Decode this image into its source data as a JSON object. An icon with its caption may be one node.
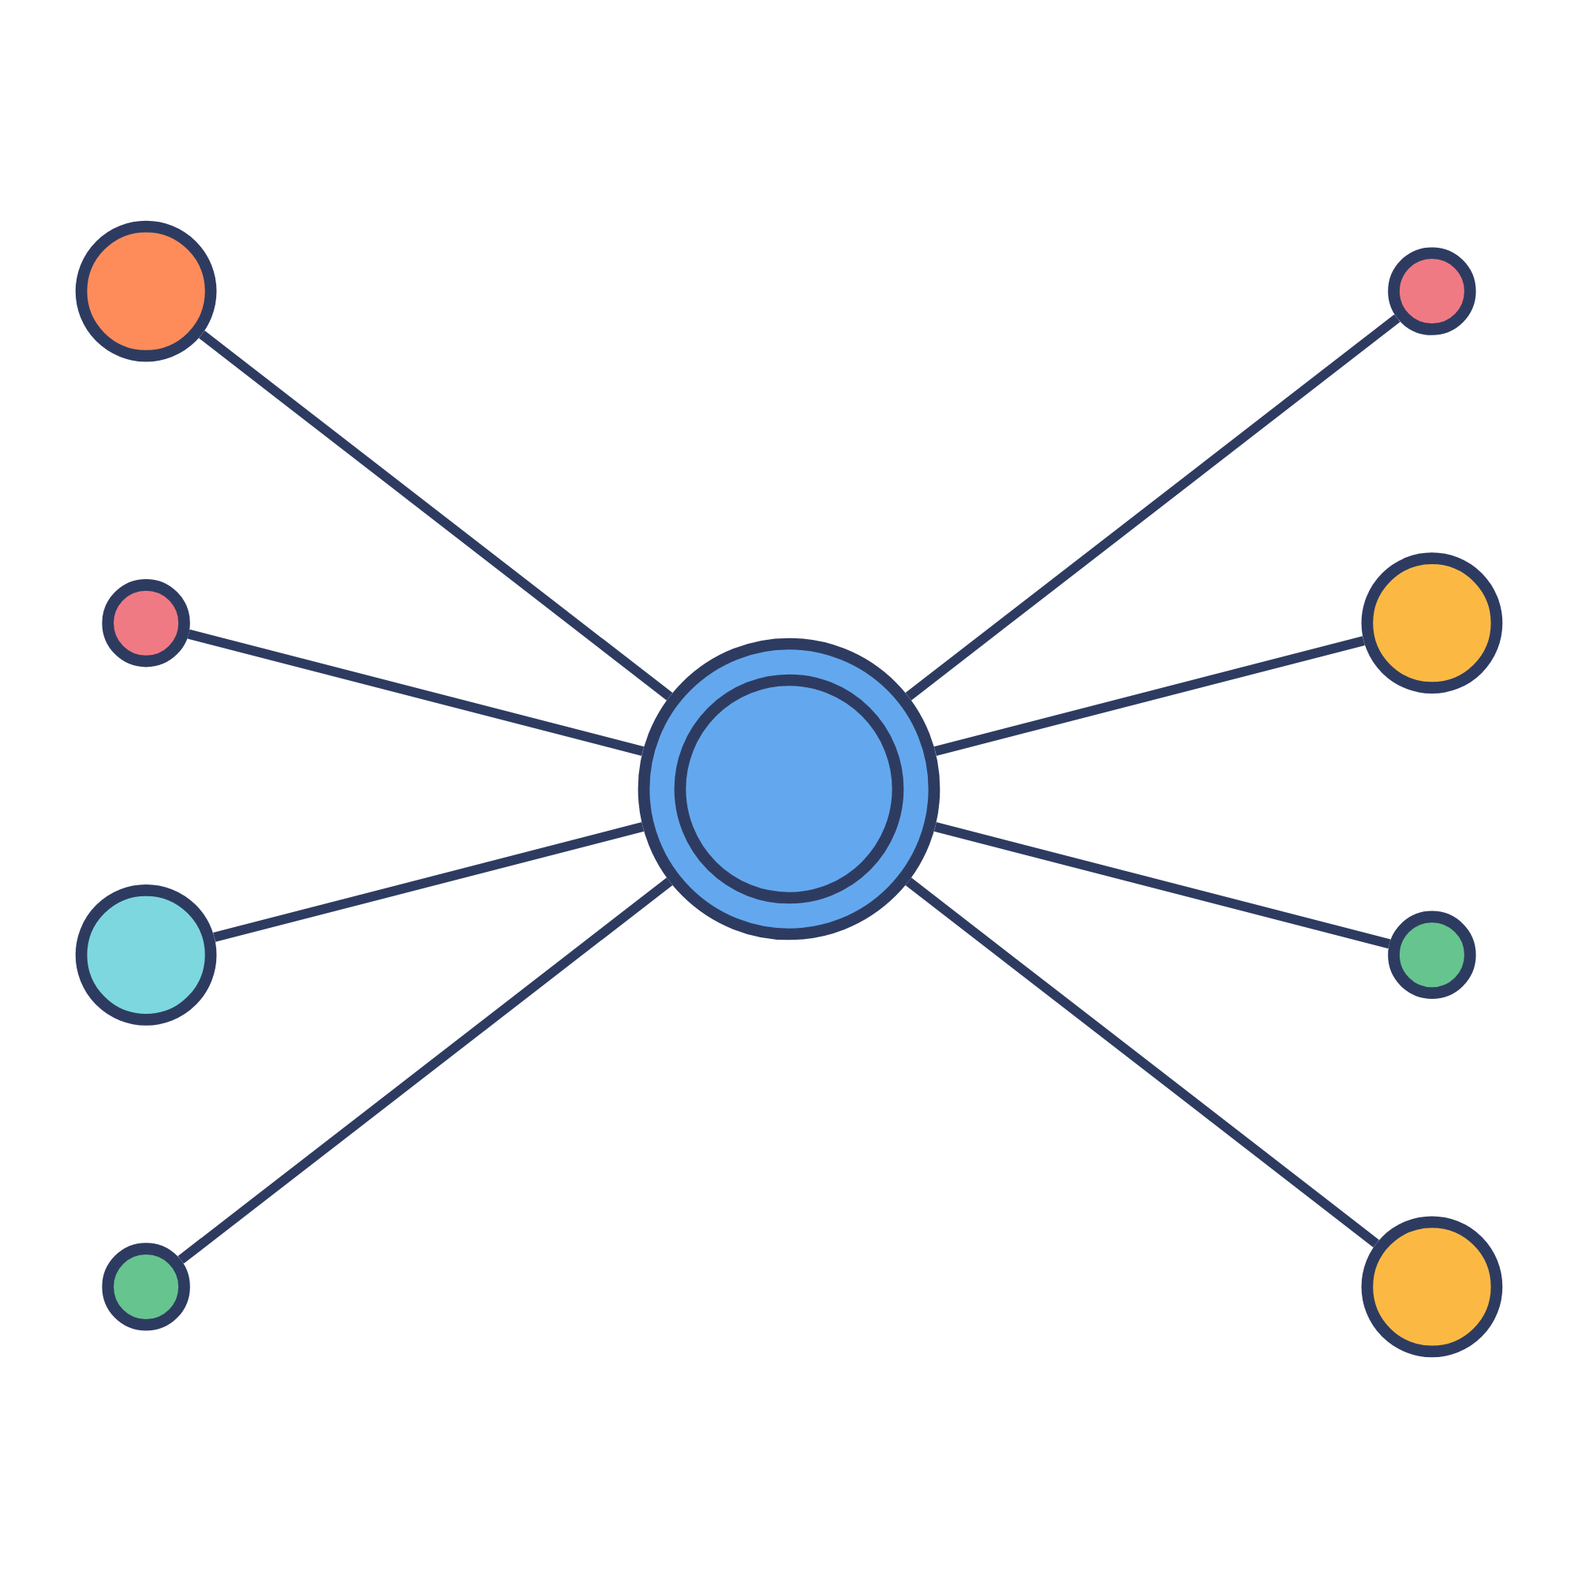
{
  "diagram": {
    "nodes": [
      {
        "text": [],
        "shape": "circle"
      },
      {
        "text": [],
        "shape": "circle"
      },
      {
        "text": [],
        "shape": "circle"
      },
      {
        "text": [],
        "shape": "circle"
      },
      {
        "text": [],
        "shape": "circle"
      },
      {
        "text": [],
        "shape": "circle"
      },
      {
        "text": [],
        "shape": "circle"
      },
      {
        "text": [],
        "shape": "circle"
      },
      {
        "text": [],
        "shape": "circle"
      }
    ],
    "edges": [
      {
        "from": 0,
        "to": 4,
        "arrow": "none"
      },
      {
        "from": 1,
        "to": 4,
        "arrow": "none"
      },
      {
        "from": 4,
        "to": 2,
        "arrow": "none"
      },
      {
        "from": 3,
        "to": 4,
        "arrow": "none"
      },
      {
        "from": 4,
        "to": 5,
        "arrow": "none"
      },
      {
        "from": 6,
        "to": 4,
        "arrow": "none"
      },
      {
        "from": 4,
        "to": 7,
        "arrow": "none"
      },
      {
        "from": 4,
        "to": 8,
        "arrow": "none"
      }
    ]
  }
}
